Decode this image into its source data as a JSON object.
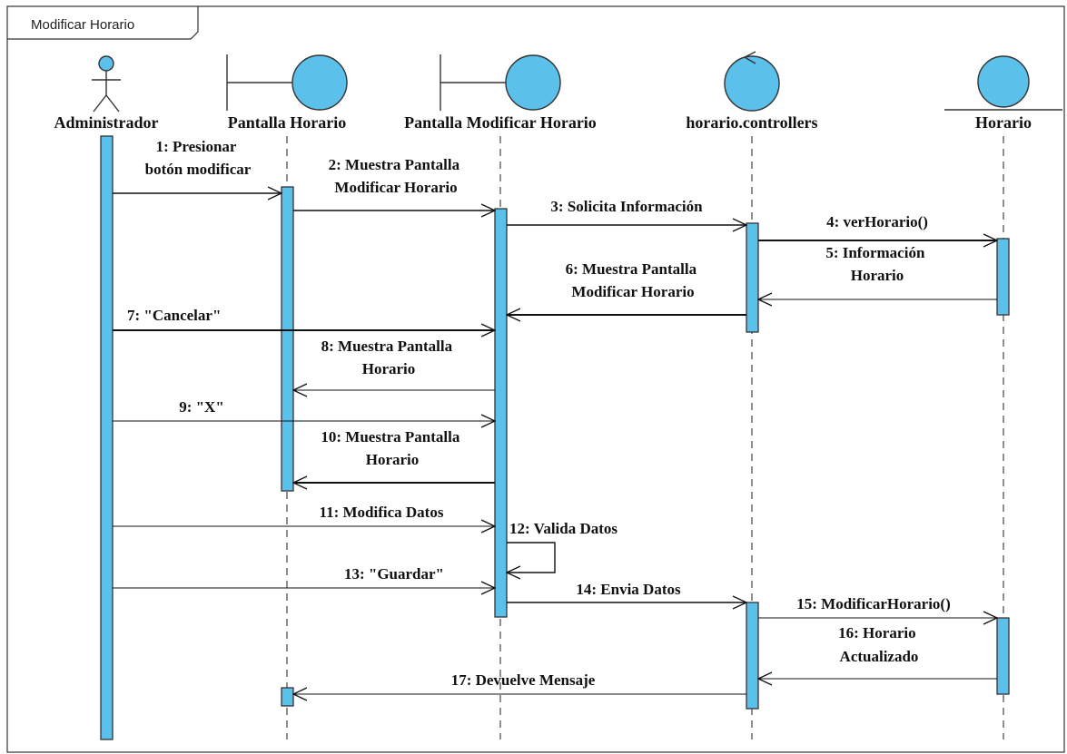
{
  "frame": {
    "title": "Modificar Horario"
  },
  "colors": {
    "fill": "#5bc0ea",
    "stroke": "#222222",
    "activation": "#5bc0ea"
  },
  "lifelines": [
    {
      "id": "admin",
      "label": "Administrador",
      "kind": "actor",
      "icon": "actor-icon"
    },
    {
      "id": "ph",
      "label": "Pantalla Horario",
      "kind": "boundary",
      "icon": "boundary-icon"
    },
    {
      "id": "pmh",
      "label": "Pantalla Modificar Horario",
      "kind": "boundary",
      "icon": "boundary-icon"
    },
    {
      "id": "hc",
      "label": "horario.controllers",
      "kind": "control",
      "icon": "control-icon"
    },
    {
      "id": "h",
      "label": "Horario",
      "kind": "entity",
      "icon": "entity-icon"
    }
  ],
  "messages": [
    {
      "n": 1,
      "lines": [
        "1: Presionar",
        "botón modificar"
      ],
      "from": "admin",
      "to": "ph",
      "kind": "sync"
    },
    {
      "n": 2,
      "lines": [
        "2: Muestra Pantalla",
        "Modificar Horario"
      ],
      "from": "ph",
      "to": "pmh",
      "kind": "sync"
    },
    {
      "n": 3,
      "lines": [
        "3: Solicita Información"
      ],
      "from": "pmh",
      "to": "hc",
      "kind": "sync"
    },
    {
      "n": 4,
      "lines": [
        "4: verHorario()"
      ],
      "from": "hc",
      "to": "h",
      "kind": "sync"
    },
    {
      "n": 5,
      "lines": [
        "5: Información",
        "Horario"
      ],
      "from": "h",
      "to": "hc",
      "kind": "return"
    },
    {
      "n": 6,
      "lines": [
        "6: Muestra Pantalla",
        "Modificar Horario"
      ],
      "from": "hc",
      "to": "pmh",
      "kind": "sync"
    },
    {
      "n": 7,
      "lines": [
        "7: \"Cancelar\""
      ],
      "from": "admin",
      "to": "pmh",
      "kind": "sync"
    },
    {
      "n": 8,
      "lines": [
        "8: Muestra Pantalla",
        "Horario"
      ],
      "from": "pmh",
      "to": "ph",
      "kind": "return"
    },
    {
      "n": 9,
      "lines": [
        "9: \"X\""
      ],
      "from": "admin",
      "to": "pmh",
      "kind": "return"
    },
    {
      "n": 10,
      "lines": [
        "10: Muestra Pantalla",
        "Horario"
      ],
      "from": "pmh",
      "to": "ph",
      "kind": "sync"
    },
    {
      "n": 11,
      "lines": [
        "11: Modifica Datos"
      ],
      "from": "admin",
      "to": "pmh",
      "kind": "return"
    },
    {
      "n": 12,
      "lines": [
        "12: Valida Datos"
      ],
      "from": "pmh",
      "to": "pmh",
      "kind": "self"
    },
    {
      "n": 13,
      "lines": [
        "13: \"Guardar\""
      ],
      "from": "admin",
      "to": "pmh",
      "kind": "return"
    },
    {
      "n": 14,
      "lines": [
        "14: Envia Datos"
      ],
      "from": "pmh",
      "to": "hc",
      "kind": "sync"
    },
    {
      "n": 15,
      "lines": [
        "15: ModificarHorario()"
      ],
      "from": "hc",
      "to": "h",
      "kind": "return"
    },
    {
      "n": 16,
      "lines": [
        "16: Horario",
        "Actualizado"
      ],
      "from": "h",
      "to": "hc",
      "kind": "return"
    },
    {
      "n": 17,
      "lines": [
        "17: Devuelve Mensaje"
      ],
      "from": "hc",
      "to": "ph",
      "kind": "return"
    }
  ]
}
